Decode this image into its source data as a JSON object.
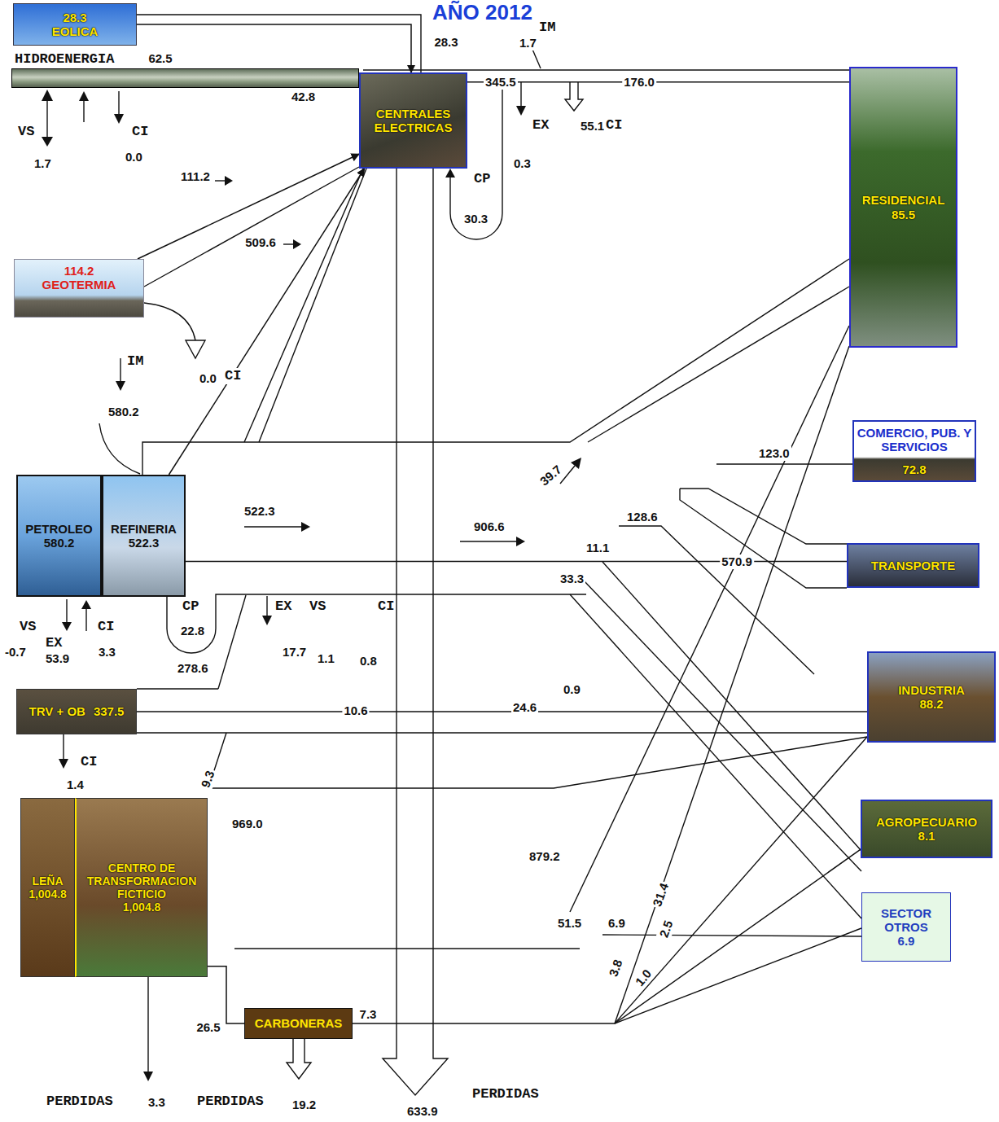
{
  "diagram": {
    "title": "AÑO 2012",
    "nodes": [
      {
        "text": [
          "28.3",
          "EOLICA"
        ]
      },
      {
        "text": [
          "HIDROENERGIA",
          "62.5"
        ]
      },
      {
        "text": [
          "CENTRALES ELECTRICAS"
        ]
      },
      {
        "text": [
          "RESIDENCIAL",
          "85.5"
        ]
      },
      {
        "text": [
          "114.2",
          "GEOTERMIA"
        ]
      },
      {
        "text": [
          "COMERCIO, PUB. Y SERVICIOS",
          "72.8"
        ]
      },
      {
        "text": [
          "PETROLEO",
          "580.2"
        ]
      },
      {
        "text": [
          "REFINERIA",
          "522.3"
        ]
      },
      {
        "text": [
          "TRANSPORTE"
        ]
      },
      {
        "text": [
          "TRV + OB",
          "337.5"
        ]
      },
      {
        "text": [
          "INDUSTRIA",
          "88.2"
        ]
      },
      {
        "text": [
          "AGROPECUARIO",
          "8.1"
        ]
      },
      {
        "text": [
          "LEÑA",
          "1,004.8"
        ]
      },
      {
        "text": [
          "CENTRO DE TRANSFORMACION FICTICIO",
          "1,004.8"
        ]
      },
      {
        "text": [
          "SECTOR OTROS",
          "6.9"
        ]
      },
      {
        "text": [
          "CARBONERAS"
        ]
      }
    ],
    "edges": [
      {
        "from": 0,
        "to": 2,
        "arrow": "to",
        "label": "28.3"
      },
      {
        "from": 4,
        "to": 2,
        "arrow": "to",
        "label": "111.2"
      },
      {
        "from": 7,
        "to": 2,
        "arrow": "to",
        "label": "509.6"
      },
      {
        "from": 2,
        "to": 3,
        "arrow": "none",
        "label": "176.0"
      },
      {
        "from": 7,
        "to": 8,
        "arrow": "none",
        "label": "570.9"
      },
      {
        "from": 13,
        "to": 15,
        "arrow": "none",
        "label": "26.5"
      },
      {
        "from": 9,
        "to": 10,
        "arrow": "none",
        "label": "10.6"
      },
      {
        "from": 15,
        "to": 11,
        "arrow": "none",
        "label": "7.3"
      }
    ],
    "labels": [
      "IM",
      "1.7",
      "42.8",
      "VS",
      "1.7",
      "CI",
      "0.0",
      "345.5",
      "EX",
      "55.1",
      "CI",
      "0.3",
      "CP",
      "30.3",
      "IM",
      "580.2",
      "0.0",
      "CI",
      "123.0",
      "39.7",
      "128.6",
      "522.3",
      "906.6",
      "11.1",
      "33.3",
      "CP",
      "22.8",
      "EX",
      "VS",
      "CI",
      "VS",
      "EX",
      "CI",
      "-0.7",
      "53.9",
      "3.3",
      "17.7",
      "1.1",
      "0.8",
      "278.6",
      "0.9",
      "24.6",
      "CI",
      "1.4",
      "9.3",
      "969.0",
      "879.2",
      "51.5",
      "6.9",
      "31.4",
      "2.5",
      "3.8",
      "1.0",
      "PERDIDAS",
      "3.3",
      "PERDIDAS",
      "19.2",
      "633.9",
      "PERDIDAS"
    ]
  }
}
